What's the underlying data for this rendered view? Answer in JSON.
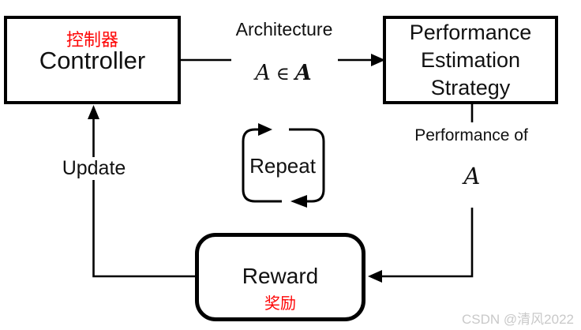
{
  "diagram": {
    "controller": {
      "label_zh": "控制器",
      "label_en": "Controller"
    },
    "architecture_label": "Architecture",
    "architecture_math": {
      "variable": "A",
      "element_of": "∈",
      "set": "A"
    },
    "performance_estimation_strategy": {
      "line1": "Performance",
      "line2": "Estimation",
      "line3": "Strategy"
    },
    "performance_of_label": "Performance of",
    "performance_variable": "A",
    "repeat_label": "Repeat",
    "update_label": "Update",
    "reward": {
      "label_en": "Reward",
      "label_zh": "奖励"
    },
    "watermark": "CSDN @清风2022",
    "colors": {
      "line": "#000000",
      "accent_red": "#fe0606",
      "watermark_gray": "#c9c9c9"
    }
  }
}
